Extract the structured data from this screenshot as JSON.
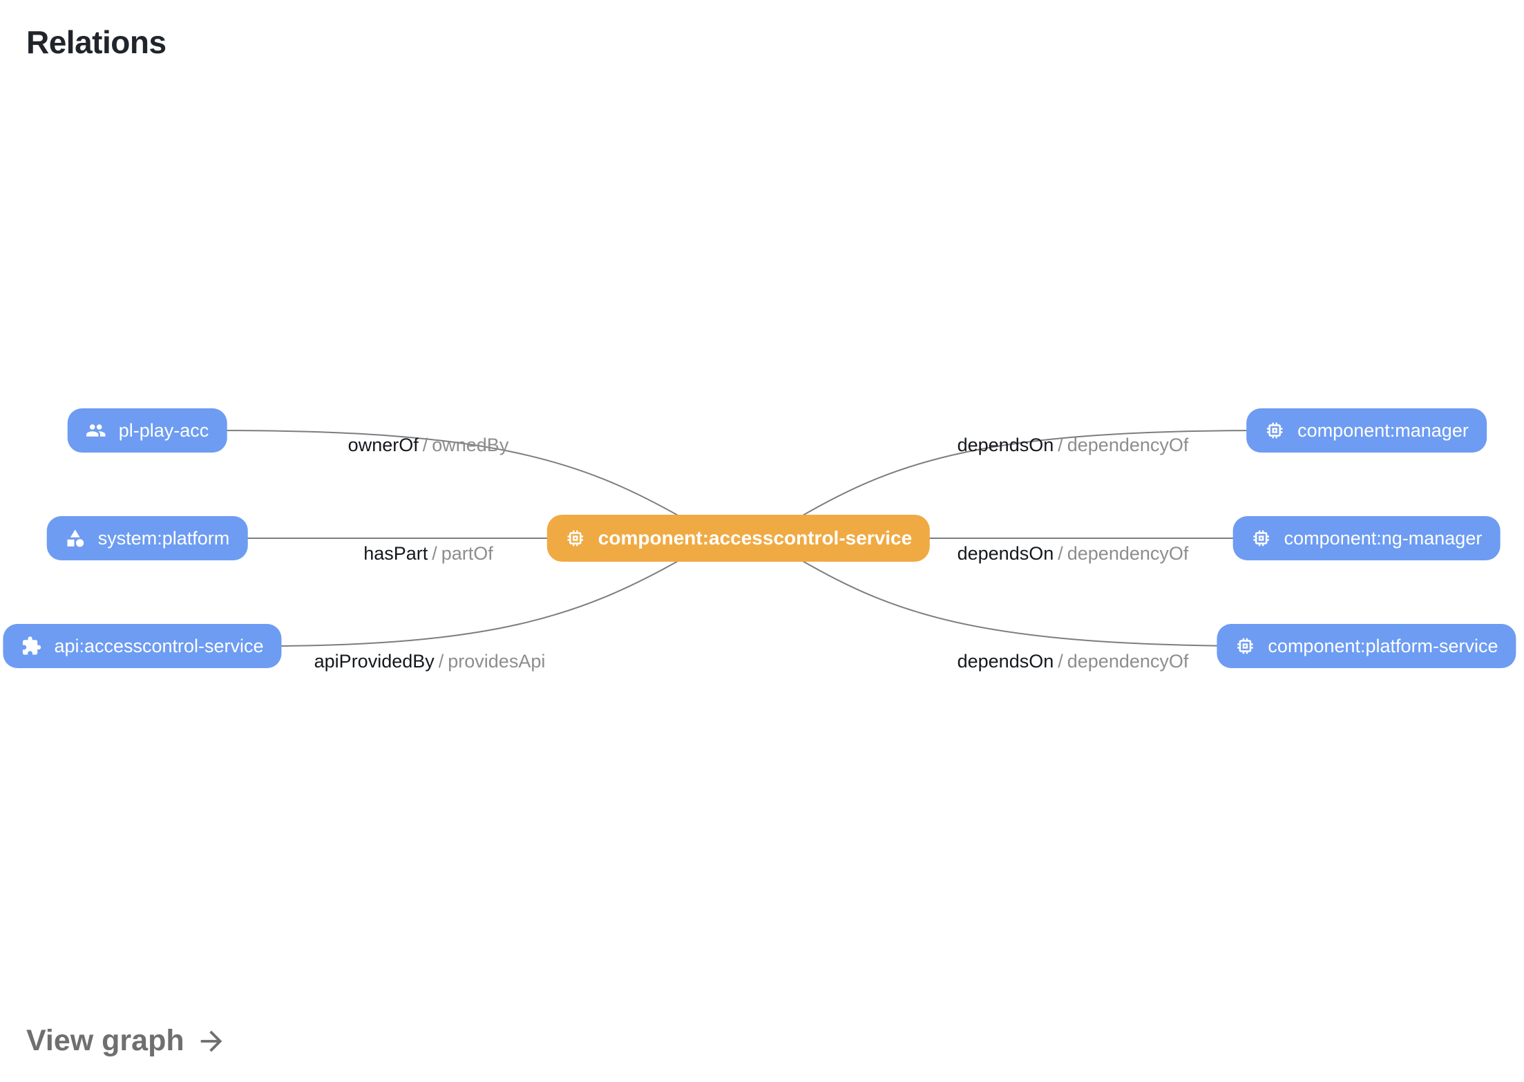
{
  "title": "Relations",
  "view_graph": {
    "label": "View graph",
    "icon": "arrow-right-icon"
  },
  "colors": {
    "node_blue": "#6d9cf2",
    "node_orange": "#f0aa43",
    "edge_gray": "#7d7d7d",
    "label_primary": "#14171c",
    "label_secondary": "#8d8d8d",
    "title_color": "#20252c",
    "link_gray": "#6f6f6f"
  },
  "diagram": {
    "center": {
      "label": "component:accesscontrol-service",
      "icon": "memory-icon"
    },
    "left": [
      {
        "label": "pl-play-acc",
        "icon": "group-icon",
        "rel_forward": "ownerOf",
        "rel_sep": "/",
        "rel_reverse": "ownedBy"
      },
      {
        "label": "system:platform",
        "icon": "category-icon",
        "rel_forward": "hasPart",
        "rel_sep": "/",
        "rel_reverse": "partOf"
      },
      {
        "label": "api:accesscontrol-service",
        "icon": "extension-icon",
        "rel_forward": "apiProvidedBy",
        "rel_sep": "/",
        "rel_reverse": "providesApi"
      }
    ],
    "right": [
      {
        "label": "component:manager",
        "icon": "memory-icon",
        "rel_forward": "dependsOn",
        "rel_sep": "/",
        "rel_reverse": "dependencyOf"
      },
      {
        "label": "component:ng-manager",
        "icon": "memory-icon",
        "rel_forward": "dependsOn",
        "rel_sep": "/",
        "rel_reverse": "dependencyOf"
      },
      {
        "label": "component:platform-service",
        "icon": "memory-icon",
        "rel_forward": "dependsOn",
        "rel_sep": "/",
        "rel_reverse": "dependencyOf"
      }
    ]
  }
}
